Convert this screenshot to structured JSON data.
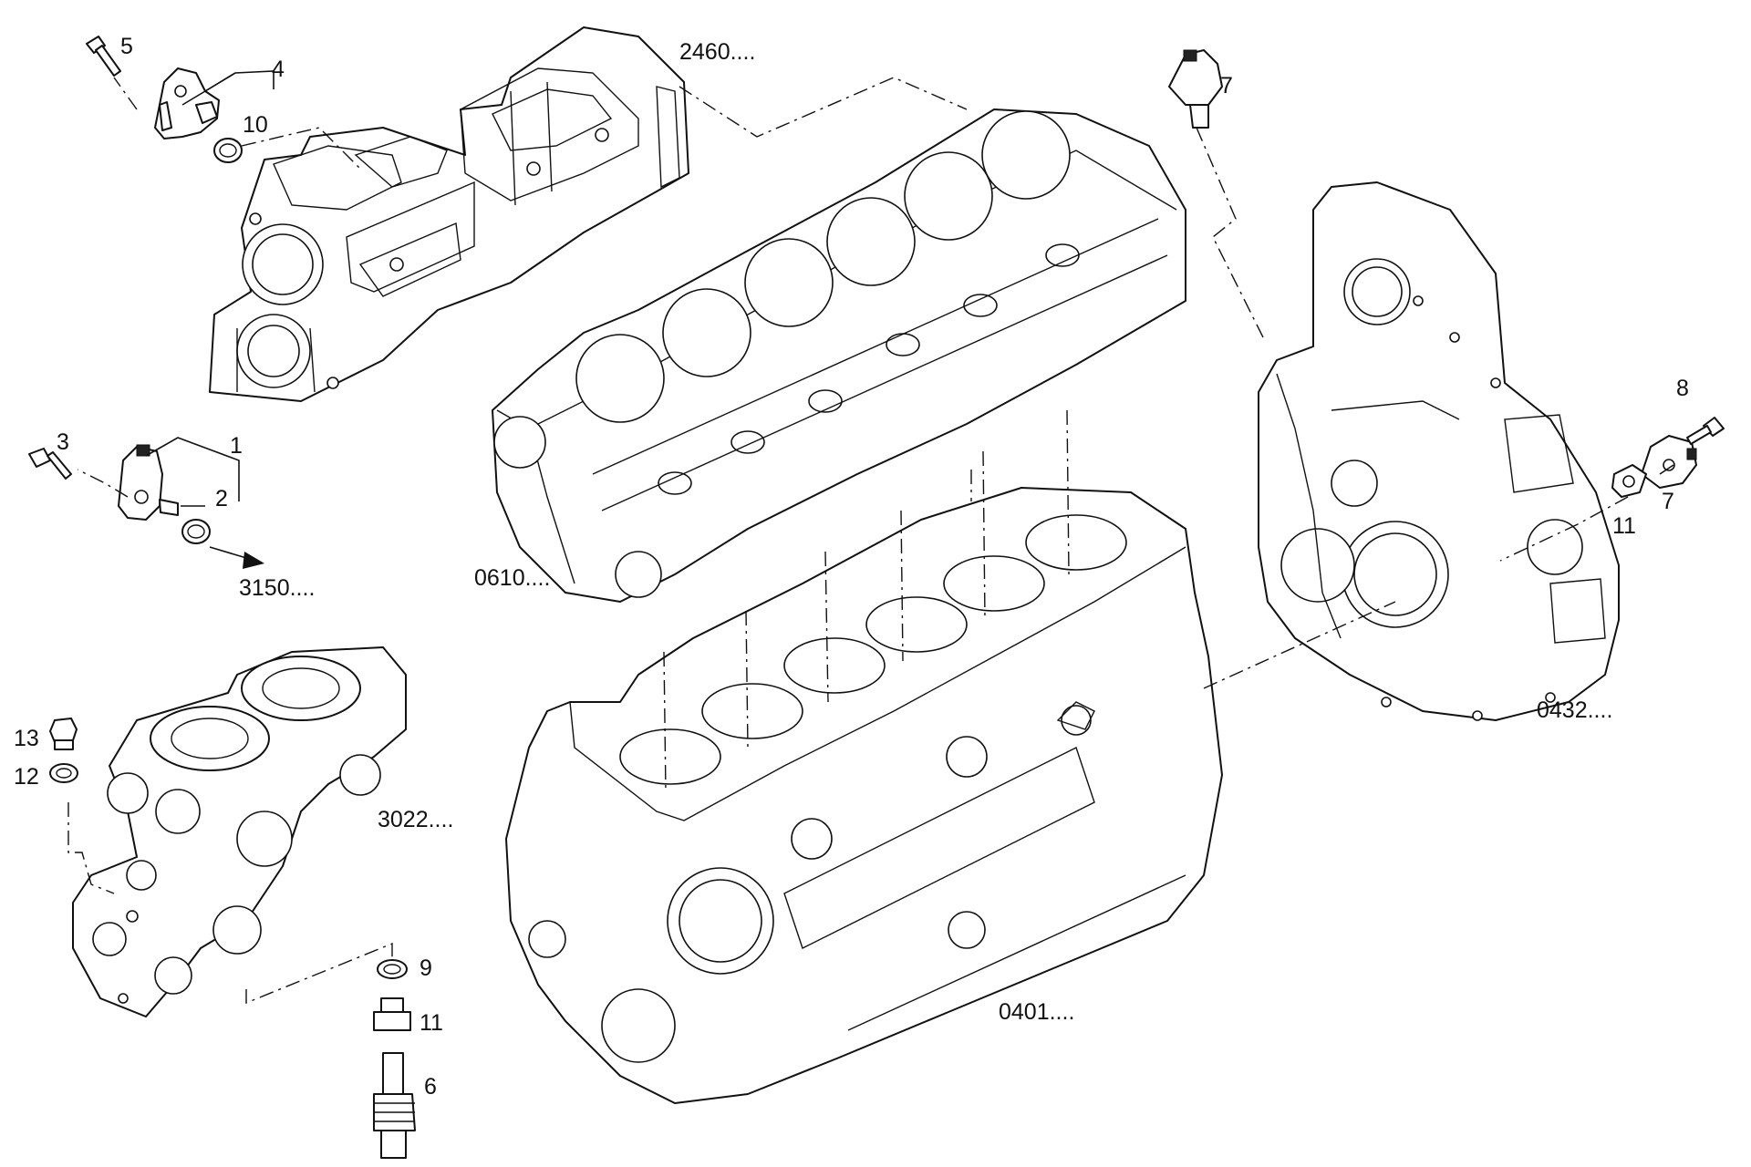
{
  "labels": {
    "group_cylinder_head": "0610....",
    "group_crankcase": "0401....",
    "group_flywheel_housing": "0432....",
    "group_intake_manifold": "2460....",
    "group_oil_filter_support": "3022....",
    "group_ref_3150": "3150....",
    "pos_1": "1",
    "pos_2": "2",
    "pos_3": "3",
    "pos_4": "4",
    "pos_5": "5",
    "pos_6": "6",
    "pos_7_top": "7",
    "pos_7_right": "7",
    "pos_8": "8",
    "pos_9": "9",
    "pos_10": "10",
    "pos_11_bottom": "11",
    "pos_11_right": "11",
    "pos_12": "12",
    "pos_13": "13"
  },
  "colors": {
    "line": "#111111",
    "background": "#ffffff"
  }
}
